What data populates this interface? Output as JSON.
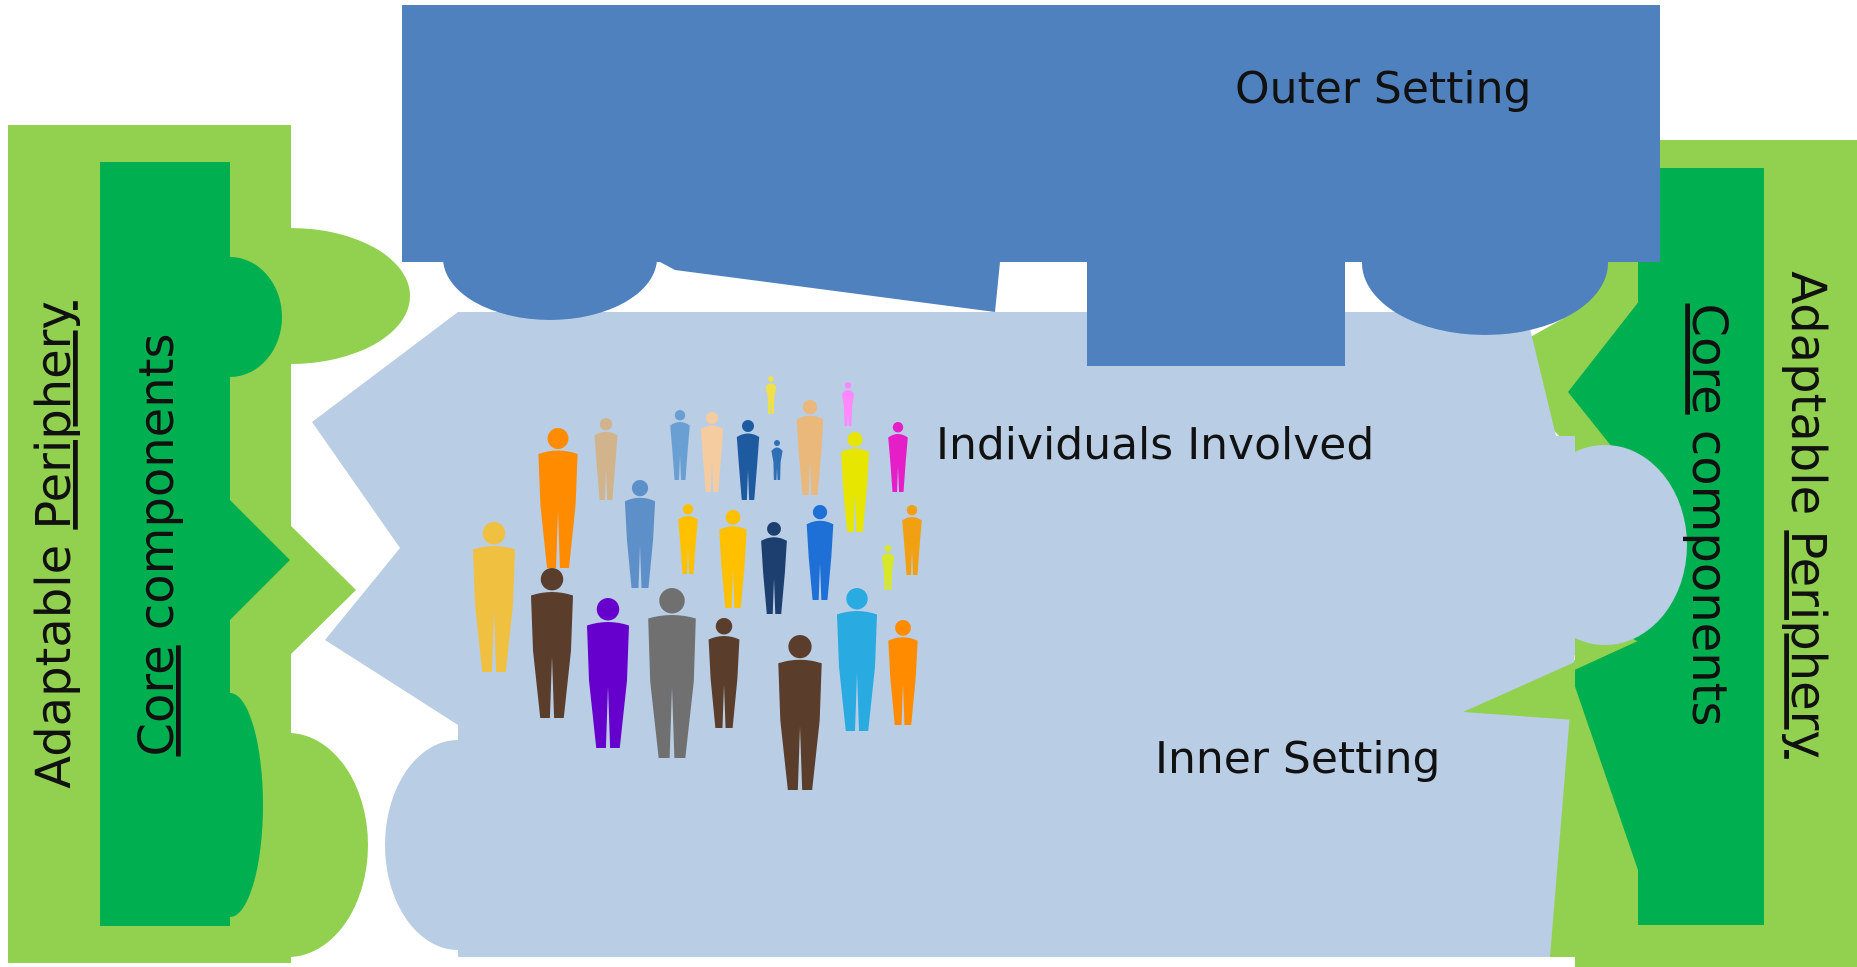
{
  "diagram": {
    "labels": {
      "outer_setting": "Outer Setting",
      "inner_setting": "Inner Setting",
      "individuals_involved": "Individuals Involved"
    },
    "left_panel": {
      "outer_label": {
        "prefix": "Adaptable ",
        "underlined": "Periphery",
        "suffix": ""
      },
      "inner_label": {
        "prefix": "",
        "underlined": "Core",
        "suffix": " components"
      }
    },
    "right_panel": {
      "outer_label": {
        "prefix": "Adaptable ",
        "underlined": "Periphery",
        "suffix": ""
      },
      "inner_label": {
        "prefix": "",
        "underlined": "Core",
        "suffix": " components"
      }
    },
    "people_colors": [
      "#ff8c00",
      "#d2b48c",
      "#6a9fd4",
      "#f5cba0",
      "#1e5aa0",
      "#f0e04a",
      "#2e6fb5",
      "#e9b87a",
      "#ff88ff",
      "#e6e600",
      "#e61ec8",
      "#5d8fc9",
      "#ffc000",
      "#ffc000",
      "#1c3f70",
      "#1e6fd6",
      "#d7e72a",
      "#f0a010",
      "#f0c040",
      "#5a3e2b",
      "#6600cc",
      "#707070",
      "#5a3e2b",
      "#5a3e2b",
      "#29abe2"
    ],
    "colors": {
      "outer_setting": "#4e81bd",
      "inner_setting": "#b9cde5",
      "adaptable_periphery": "#92d050",
      "core_components": "#00b050"
    }
  }
}
